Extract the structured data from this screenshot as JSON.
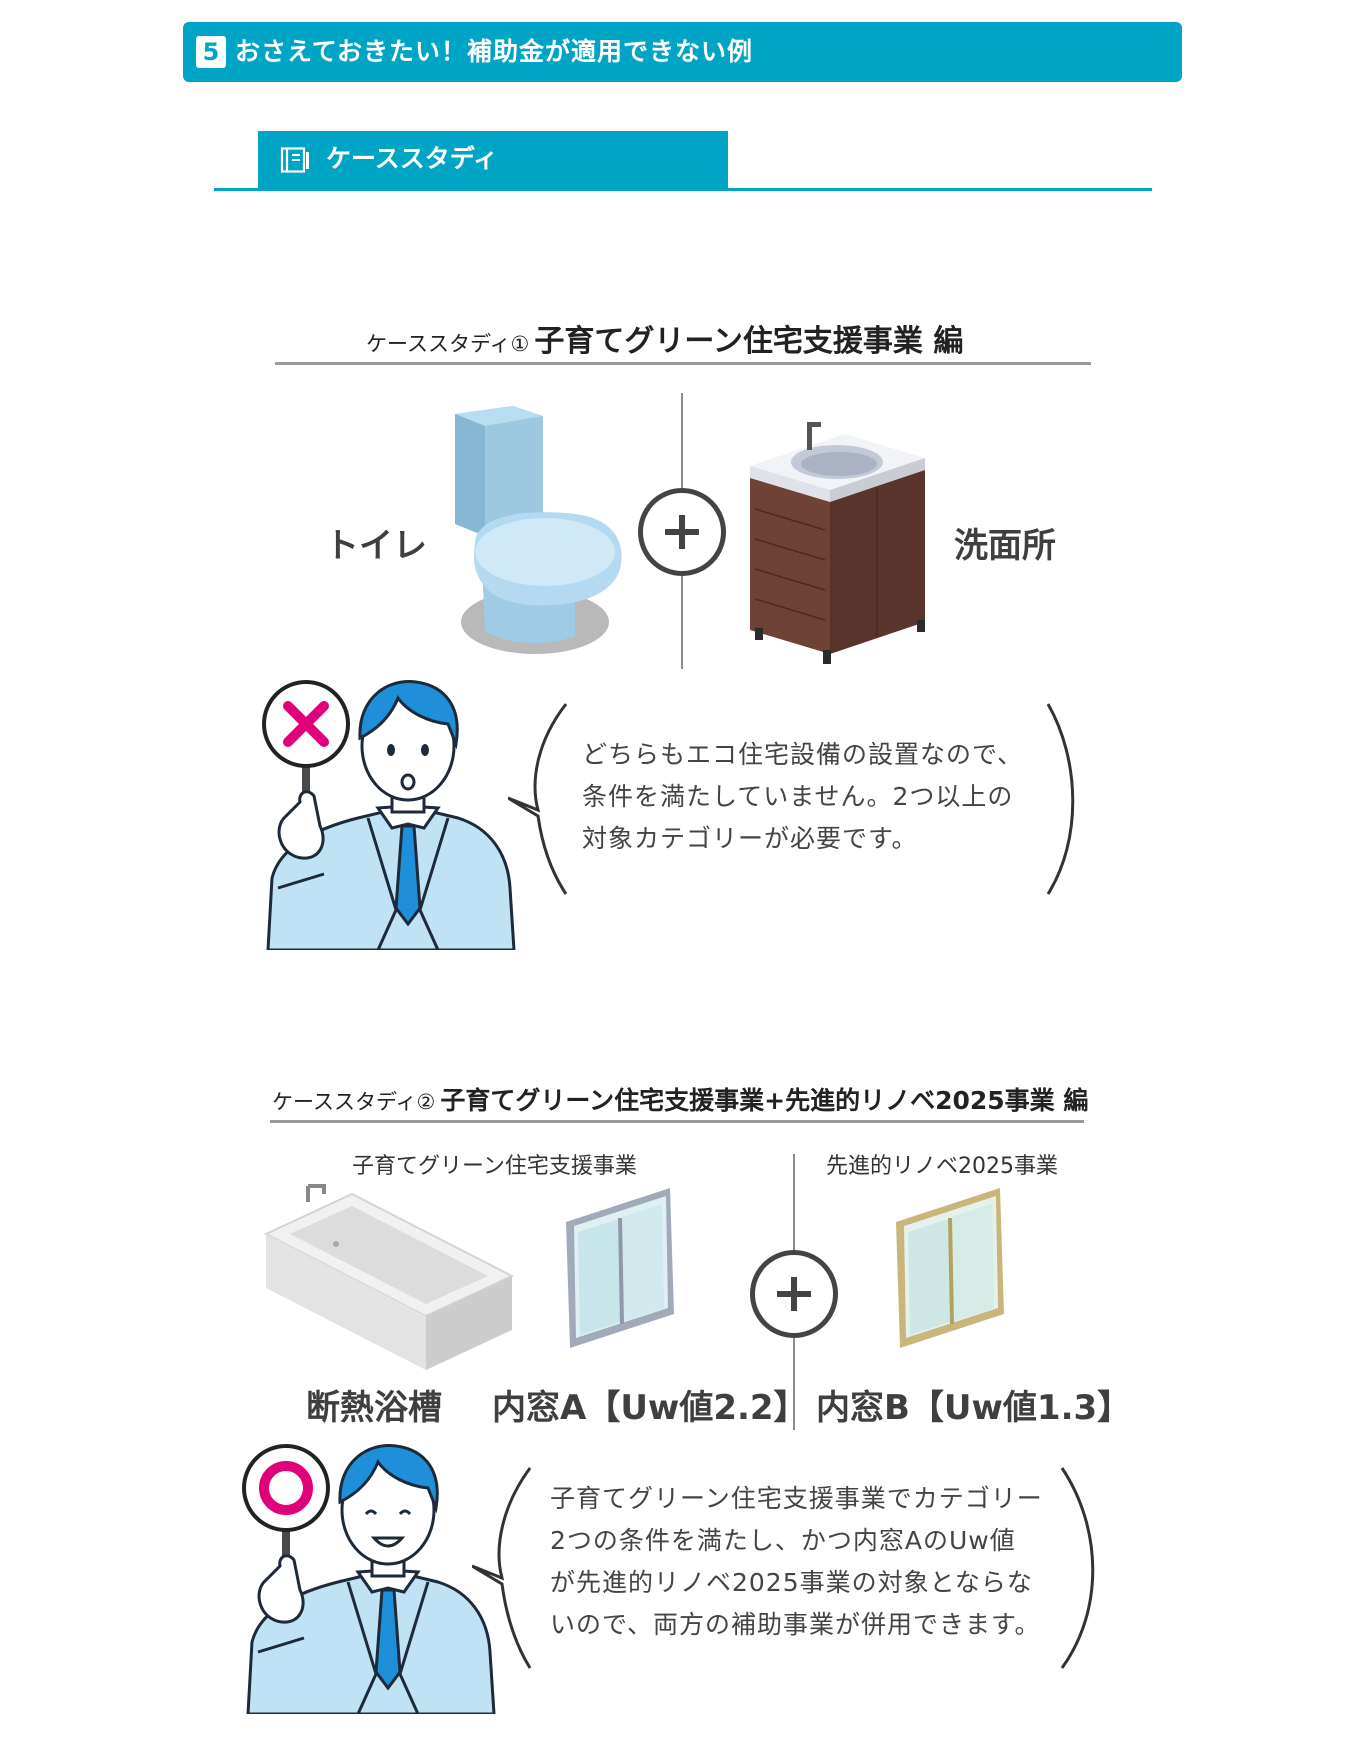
{
  "section": {
    "number": "5",
    "title": "おさえておきたい！補助金が適用できない例"
  },
  "case_study_tab": {
    "label": "ケーススタディ"
  },
  "case1": {
    "heading_prefix": "ケーススタディ①",
    "heading_main": "子育てグリーン住宅支援事業 編",
    "left_label": "トイレ",
    "right_label": "洗面所",
    "verdict": "NG",
    "bubble_lines": [
      "どちらもエコ住宅設備の設置なので、",
      "条件を満たしていません。2つ以上の",
      "対象カテゴリーが必要です。"
    ]
  },
  "case2": {
    "heading_prefix": "ケーススタディ②",
    "heading_main": "子育てグリーン住宅支援事業+先進的リノベ2025事業 編",
    "left_group_label": "子育てグリーン住宅支援事業",
    "right_group_label": "先進的リノベ2025事業",
    "item1_label": "断熱浴槽",
    "item2_label": "内窓A【Uw値2.2】",
    "item3_label": "内窓B【Uw値1.3】",
    "verdict": "OK",
    "bubble_lines": [
      "子育てグリーン住宅支援事業でカテゴリー",
      "2つの条件を満たし、かつ内窓AのUw値",
      "が先進的リノベ2025事業の対象とならな",
      "いので、両方の補助事業が併用できます。"
    ]
  },
  "colors": {
    "accent": "#00a4c4",
    "sign": "#e0007a",
    "suit": "#bfe2f4",
    "hair": "#1e8fd8"
  }
}
